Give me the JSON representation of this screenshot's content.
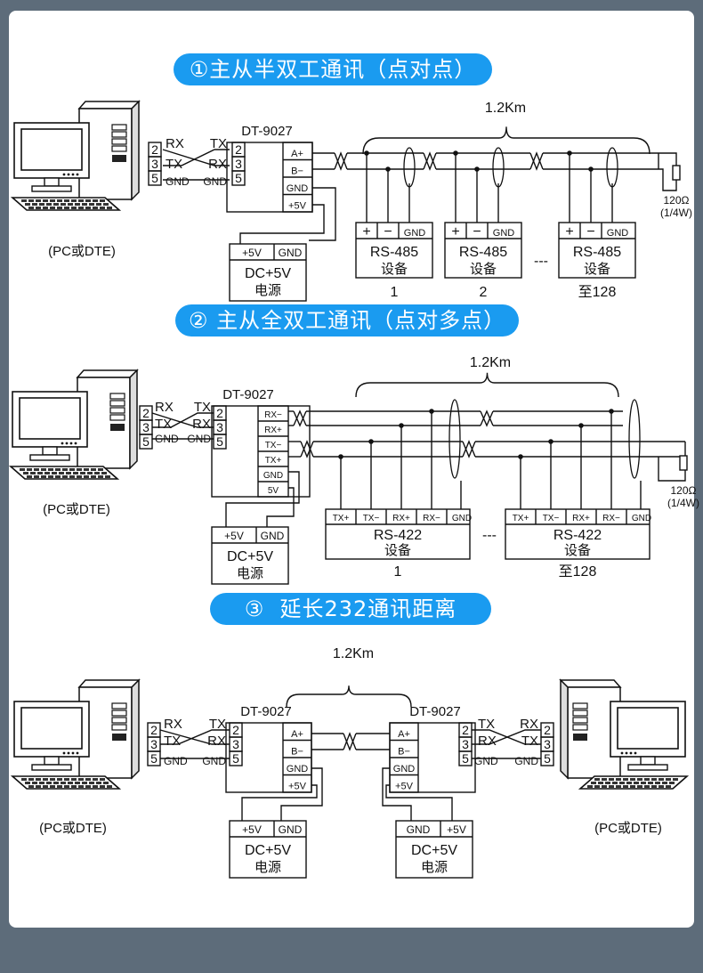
{
  "sections": [
    {
      "num": "①",
      "title": "主从半双工通讯（点对点）"
    },
    {
      "num": "②",
      "title": "主从全双工通讯（点对多点）"
    },
    {
      "num": "③",
      "title": "延长232通讯距离"
    }
  ],
  "common": {
    "pc_label": "(PC或DTE)",
    "converter": "DT-9027",
    "distance": "1.2Km",
    "pins": [
      "2",
      "3",
      "5"
    ],
    "rx": "RX",
    "tx": "TX",
    "gnd": "GND",
    "power_plus": "+5V",
    "power_name": "DC+5V",
    "power_sub": "电源",
    "ellipsis": "---",
    "resistor_value": "120Ω",
    "resistor_power": "(1/4W)",
    "terminal_five_v": "5V"
  },
  "section1": {
    "terminals": [
      "A+",
      "B−",
      "GND",
      "+5V"
    ],
    "device_pins": [
      "+",
      "−",
      "GND"
    ],
    "device_name": "RS-485",
    "device_sub": "设备",
    "device_ids": [
      "1",
      "2",
      "至128"
    ]
  },
  "section2": {
    "terminals": [
      "RX−",
      "RX+",
      "TX−",
      "TX+",
      "GND",
      "5V"
    ],
    "device_pins": [
      "TX+",
      "TX−",
      "RX+",
      "RX−",
      "GND"
    ],
    "device_name": "RS-422",
    "device_sub": "设备",
    "device_ids": [
      "1",
      "至128"
    ]
  },
  "section3": {
    "terminals": [
      "A+",
      "B−",
      "GND",
      "+5V"
    ]
  }
}
